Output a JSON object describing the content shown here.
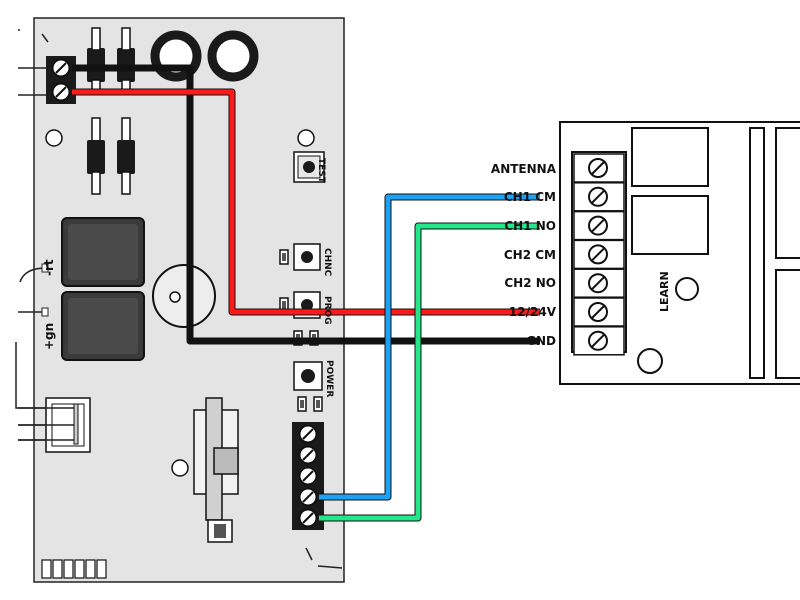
{
  "controller_board": {
    "buttons": {
      "test": "TEST",
      "chnc": "CHNC",
      "prog": "PROG",
      "power": "POWER"
    },
    "side_labels": {
      "minus_rt": "-rt",
      "plus_gn": "+gn"
    }
  },
  "receiver_module": {
    "terminals": [
      "ANTENNA",
      "CH1 CM",
      "CH1 NO",
      "CH2 CM",
      "CH2 NO",
      "12/24V",
      "GND"
    ],
    "learn_label": "LEARN"
  },
  "wires": [
    {
      "color": "#ff1a1a",
      "to": "12/24V"
    },
    {
      "color": "#111111",
      "to": "GND"
    },
    {
      "color": "#1da1f2",
      "to": "CH1 CM"
    },
    {
      "color": "#22e88a",
      "to": "CH1 NO"
    }
  ]
}
